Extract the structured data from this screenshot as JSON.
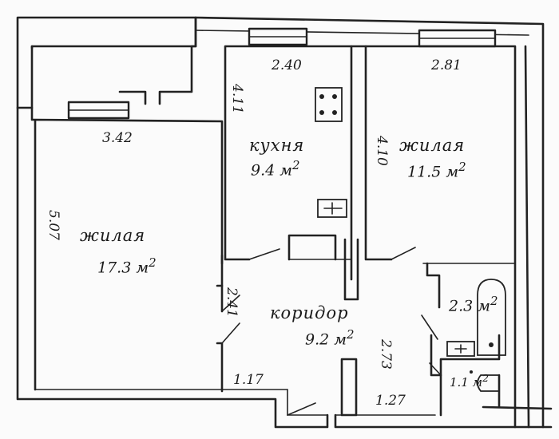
{
  "rooms": {
    "living_left": {
      "name": "жилая",
      "area": "17.3 м",
      "sup": "2"
    },
    "kitchen": {
      "name": "кухня",
      "area": "9.4 м",
      "sup": "2"
    },
    "living_right": {
      "name": "жилая",
      "area": "11.5 м",
      "sup": "2"
    },
    "corridor": {
      "name": "коридор",
      "area": "9.2 м",
      "sup": "2"
    },
    "bathroom": {
      "area": "2.3 м",
      "sup": "2"
    },
    "wc": {
      "area": "1.1 м",
      "sup": "2"
    }
  },
  "dimensions": {
    "living_left_width": "3.42",
    "living_left_length": "5.07",
    "kitchen_width": "2.40",
    "kitchen_length": "4.11",
    "living_right_width": "2.81",
    "living_right_length": "4.10",
    "corridor_a": "2.41",
    "corridor_b": "2.73",
    "corridor_c": "1.17",
    "corridor_d": "1.27"
  }
}
